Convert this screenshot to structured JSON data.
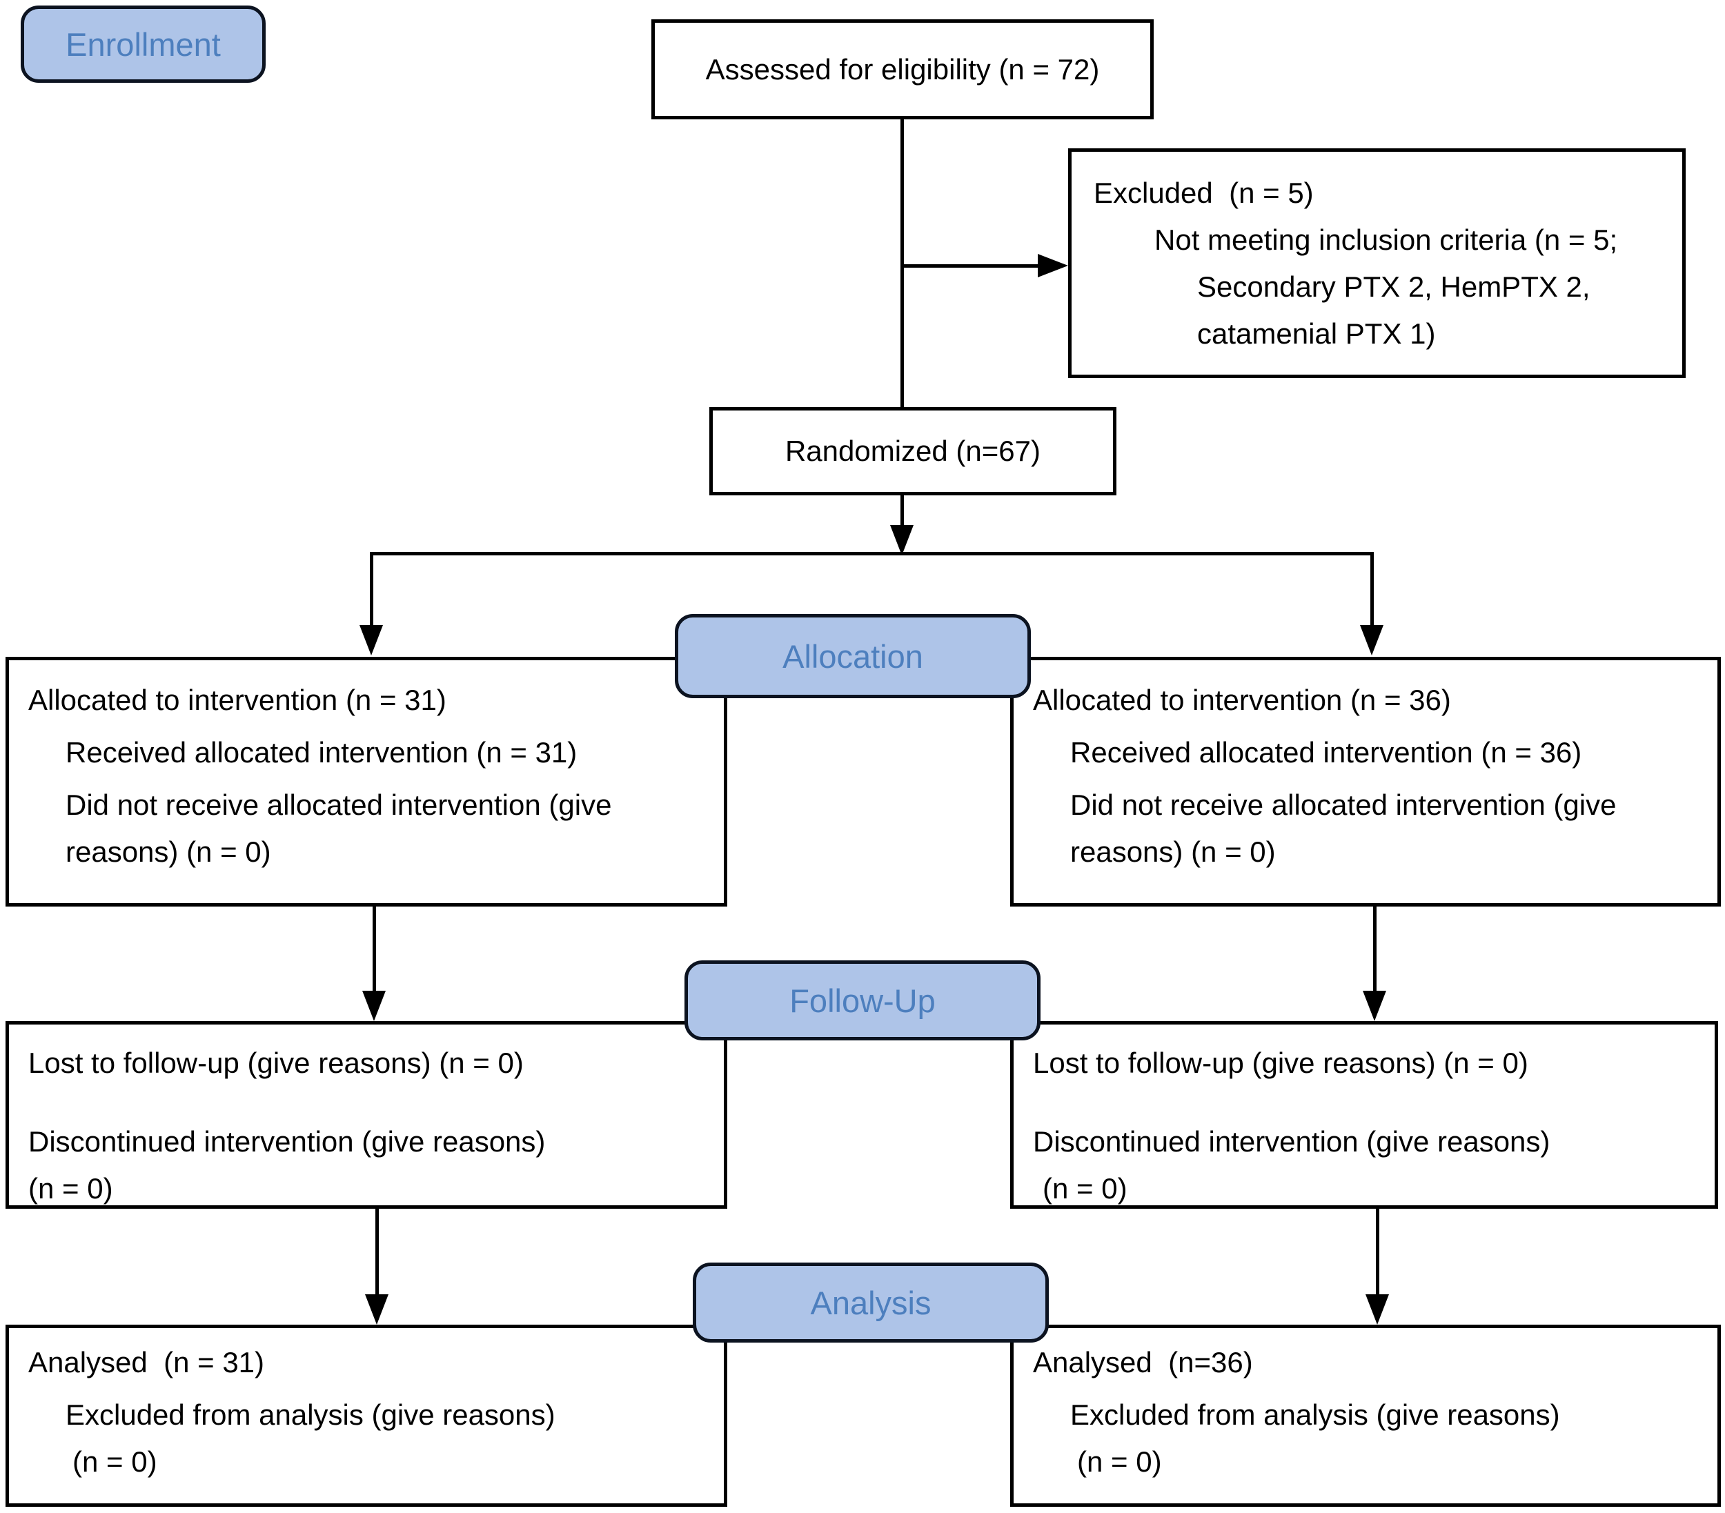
{
  "colors": {
    "background": "#ffffff",
    "stage_label_fill": "#aec4e8",
    "stage_label_text": "#4d7fbe",
    "box_border": "#000000",
    "line": "#000000",
    "body_text": "#000000"
  },
  "labels": {
    "enrollment": "Enrollment",
    "allocation": "Allocation",
    "followup": "Follow-Up",
    "analysis": "Analysis"
  },
  "nodes": {
    "assessed": {
      "line": "Assessed for eligibility (n = 72)"
    },
    "excluded": {
      "lines": [
        "Excluded  (n = 5)",
        "Not meeting inclusion criteria (n = 5;",
        "Secondary PTX 2, HemPTX 2,",
        "catamenial PTX 1)"
      ]
    },
    "randomized": {
      "line": "Randomized (n=67)"
    },
    "allocation_left": {
      "lines": [
        "Allocated to intervention (n = 31)",
        "Received allocated intervention (n = 31)",
        "Did not receive allocated intervention (give reasons) (n = 0)"
      ]
    },
    "allocation_right": {
      "lines": [
        "Allocated to intervention (n = 36)",
        "Received allocated intervention (n = 36)",
        "Did not receive allocated intervention (give reasons) (n = 0)"
      ]
    },
    "followup_left": {
      "lines": [
        "Lost to follow-up (give reasons) (n = 0)",
        "Discontinued intervention (give reasons)",
        "(n = 0)"
      ]
    },
    "followup_right": {
      "lines": [
        "Lost to follow-up (give reasons) (n = 0)",
        "Discontinued intervention (give reasons)",
        "(n = 0)"
      ]
    },
    "analysis_left": {
      "lines": [
        "Analysed  (n = 31)",
        "Excluded from analysis (give reasons)",
        "(n = 0)"
      ]
    },
    "analysis_right": {
      "lines": [
        "Analysed  (n=36)",
        "Excluded from analysis (give reasons)",
        "(n = 0)"
      ]
    }
  }
}
